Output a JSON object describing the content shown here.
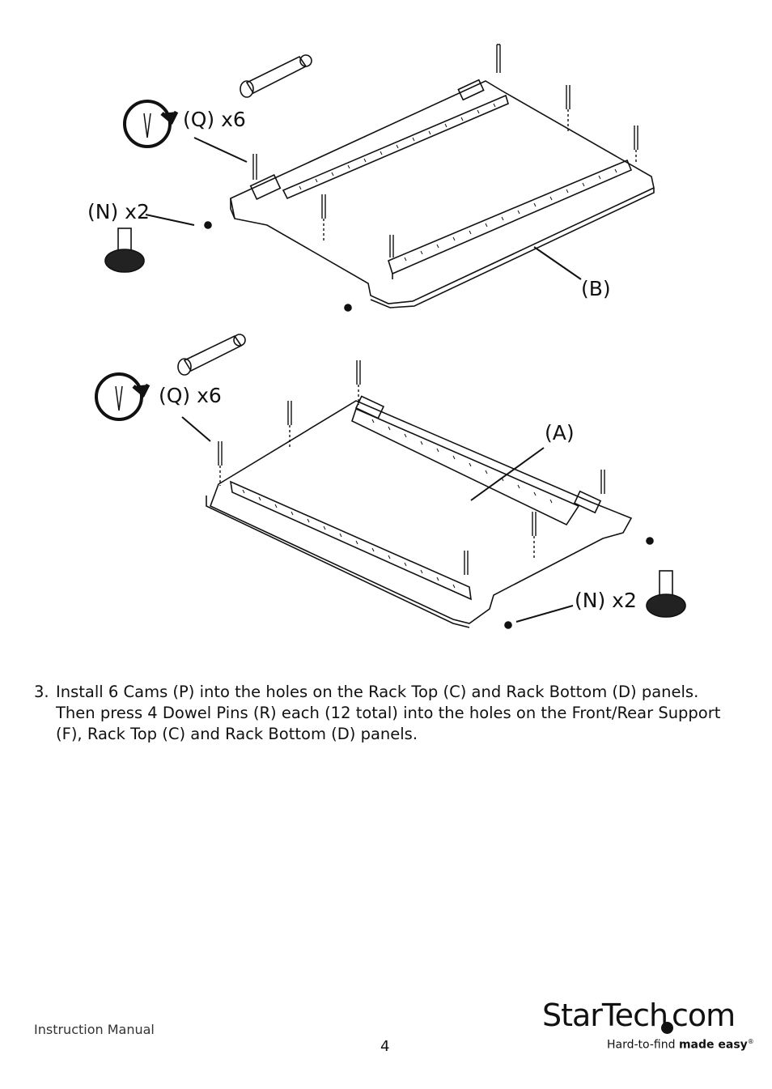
{
  "diagram": {
    "top_panel": {
      "cam_label": "(Q) x6",
      "foot_label": "(N) x2",
      "panel_label": "(B)"
    },
    "bottom_panel": {
      "cam_label": "(Q) x6",
      "foot_label": "(N) x2",
      "panel_label": "(A)"
    }
  },
  "instruction": {
    "number": "3.",
    "lines": [
      "Install 6 Cams (P) into the holes on the Rack Top (C) and Rack Bottom (D) panels.",
      "Then press 4 Dowel Pins (R) each (12 total) into the holes on the Front/Rear Support",
      "(F), Rack Top (C) and Rack Bottom (D) panels."
    ]
  },
  "footer": {
    "doc_type": "Instruction Manual",
    "page_number": "4",
    "logo_text": "StarTech",
    "logo_domain": "com",
    "tagline_regular": "Hard-to-find ",
    "tagline_bold": "made easy",
    "tagline_mark": "®"
  }
}
